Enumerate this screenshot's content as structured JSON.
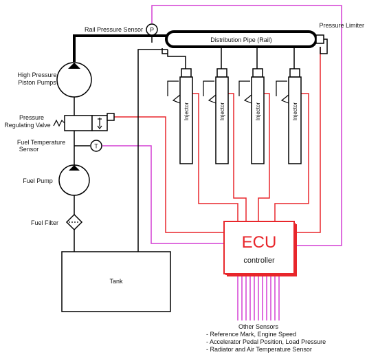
{
  "labels": {
    "rail_pressure_sensor": "Rail Pressure Sensor",
    "pressure_sensor_symbol": "P",
    "distribution_pipe": "Distribution Pipe (Rail)",
    "pressure_limiter": "Pressure Limiter",
    "hp_pumps_line1": "High Pressure",
    "hp_pumps_line2": "Piston Pumps",
    "regulating_valve_line1": "Pressure",
    "regulating_valve_line2": "Regulating Valve",
    "fuel_temp_line1": "Fuel Temperature",
    "fuel_temp_line2": "Sensor",
    "temp_sensor_symbol": "T",
    "fuel_pump": "Fuel Pump",
    "fuel_filter": "Fuel Filter",
    "tank": "Tank",
    "injector": "Injector",
    "ecu_title": "ECU",
    "ecu_subtitle": "controller",
    "other_sensors_title": "Other Sensors",
    "other_sensors": [
      "- Reference Mark, Engine Speed",
      "- Accelerator Pedal Position, Load Pressure",
      "- Radiator and Air Temperature Sensor"
    ]
  },
  "colors": {
    "line": "#000000",
    "ecu_wire": "#e8262b",
    "sensor_wire": "#d43fd4",
    "ecu_fill": "#ffffff",
    "ecu_border": "#e8262b",
    "ecu_shadow": "#e8262b"
  }
}
